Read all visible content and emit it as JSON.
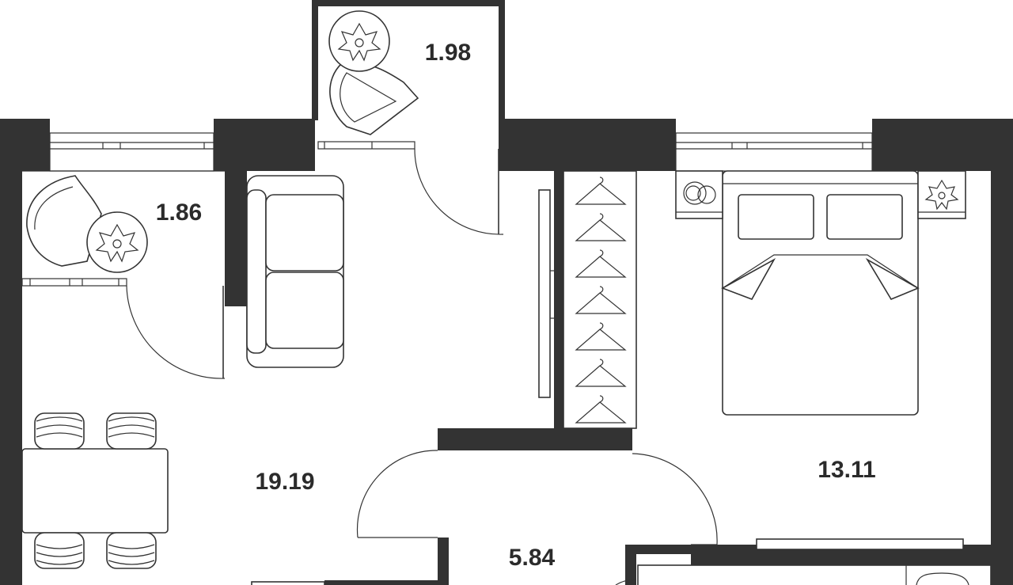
{
  "rooms": [
    {
      "id": "balcony-top",
      "area": "1.98"
    },
    {
      "id": "balcony-left",
      "area": "1.86"
    },
    {
      "id": "living-room",
      "area": "19.19"
    },
    {
      "id": "bedroom",
      "area": "13.11"
    },
    {
      "id": "hallway",
      "area": "5.84"
    }
  ],
  "colors": {
    "wall": "#333333",
    "background": "#ffffff",
    "text": "#2b2b2b"
  }
}
